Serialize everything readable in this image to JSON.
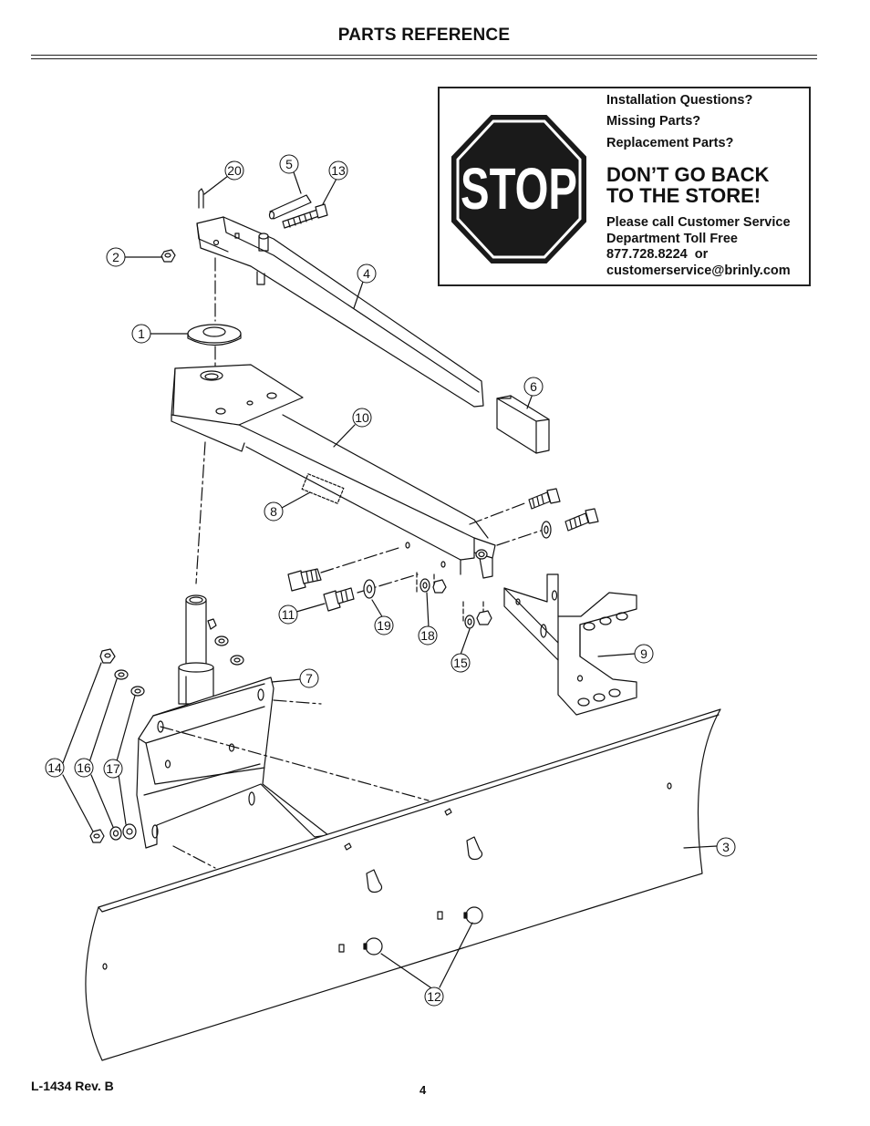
{
  "header": {
    "title": "PARTS REFERENCE"
  },
  "notice": {
    "stop_text": "STOP",
    "questions": [
      "Installation Questions?",
      "Missing Parts?",
      "Replacement Parts?"
    ],
    "headline_line1": "DON’T GO BACK",
    "headline_line2": "TO THE STORE!",
    "contact_line1": "Please call Customer Service",
    "contact_line2": "Department Toll Free",
    "contact_line3": "877.728.8224  or",
    "contact_line4": "customerservice@brinly.com"
  },
  "callouts": [
    "20",
    "5",
    "13",
    "2",
    "4",
    "1",
    "6",
    "10",
    "8",
    "11",
    "19",
    "18",
    "15",
    "9",
    "7",
    "14",
    "16",
    "17",
    "3",
    "12"
  ],
  "footer": {
    "doc_number": "L-1434 Rev. B",
    "page_number": "4"
  }
}
